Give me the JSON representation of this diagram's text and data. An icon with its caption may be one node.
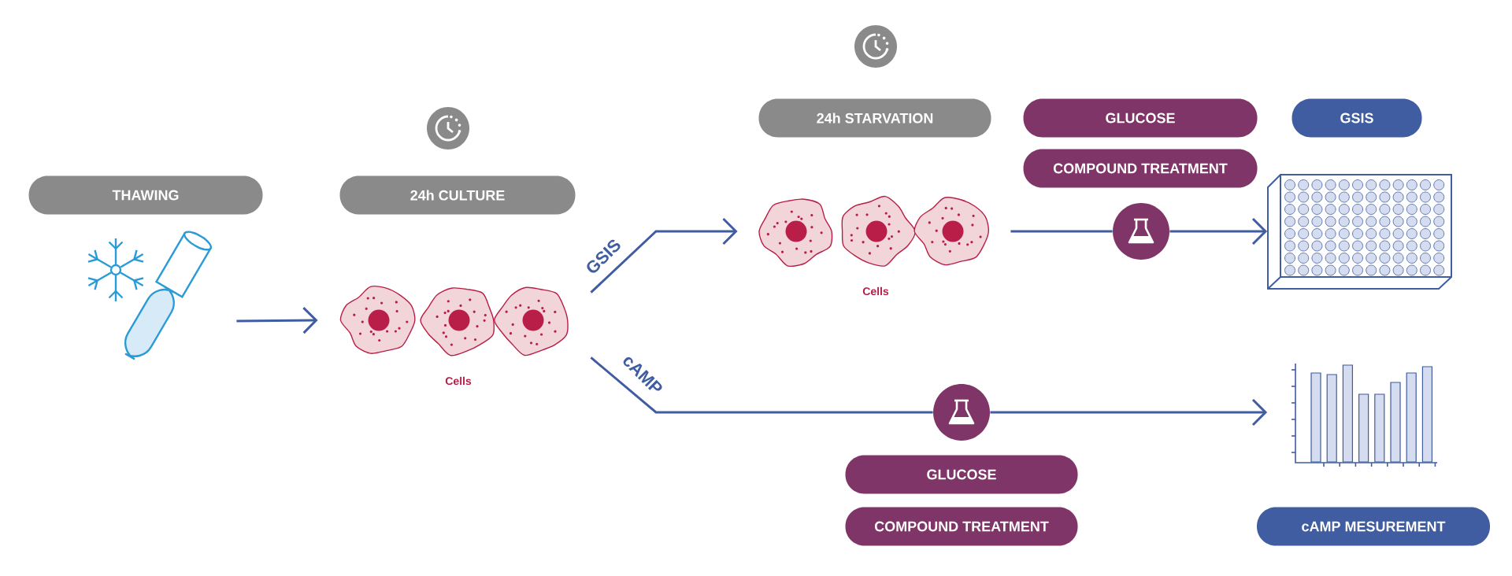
{
  "diagram": {
    "nodes": [
      {
        "text": [
          "THAWING"
        ]
      },
      {
        "text": [
          "24h CULTURE"
        ]
      },
      {
        "text": [
          "24h STARVATION"
        ]
      },
      {
        "text": [
          "GLUCOSE"
        ]
      },
      {
        "text": [
          "COMPOUND TREATMENT"
        ]
      },
      {
        "text": [
          "GSIS"
        ]
      },
      {
        "text": [],
        "shape": "picture"
      },
      {
        "text": [],
        "shape": "picture",
        "beside": [
          "Cells"
        ]
      },
      {
        "text": [],
        "shape": "picture",
        "beside": [
          "Cells"
        ]
      },
      {
        "text": [],
        "shape": "picture"
      },
      {
        "text": [],
        "shape": "picture"
      },
      {
        "text": [],
        "shape": "picture"
      },
      {
        "text": [],
        "shape": "picture"
      },
      {
        "text": [
          "GLUCOSE"
        ]
      },
      {
        "text": [
          "COMPOUND TREATMENT"
        ]
      },
      {
        "text": [
          "cAMP MESUREMENT"
        ]
      }
    ],
    "edges": [
      {
        "from": 6,
        "to": 7,
        "arrow": "to"
      },
      {
        "from": 7,
        "to": 8,
        "arrow": "to",
        "label": "GSIS"
      },
      {
        "from": 8,
        "to": 9,
        "arrow": "none"
      },
      {
        "from": 9,
        "to": 10,
        "arrow": "to"
      },
      {
        "from": 7,
        "to": 11,
        "arrow": "none",
        "label": "cAMP"
      },
      {
        "from": 11,
        "to": 12,
        "arrow": "to"
      }
    ]
  }
}
